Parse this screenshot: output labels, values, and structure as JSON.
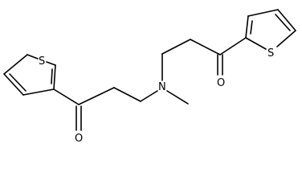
{
  "molecule": {
    "atom_labels": {
      "sulfur_left": "S",
      "oxygen_left": "O",
      "nitrogen": "N",
      "oxygen_right": "O",
      "sulfur_right": "S"
    },
    "colors": {
      "bond": "#000000",
      "label": "#000000",
      "background": "#ffffff"
    }
  }
}
